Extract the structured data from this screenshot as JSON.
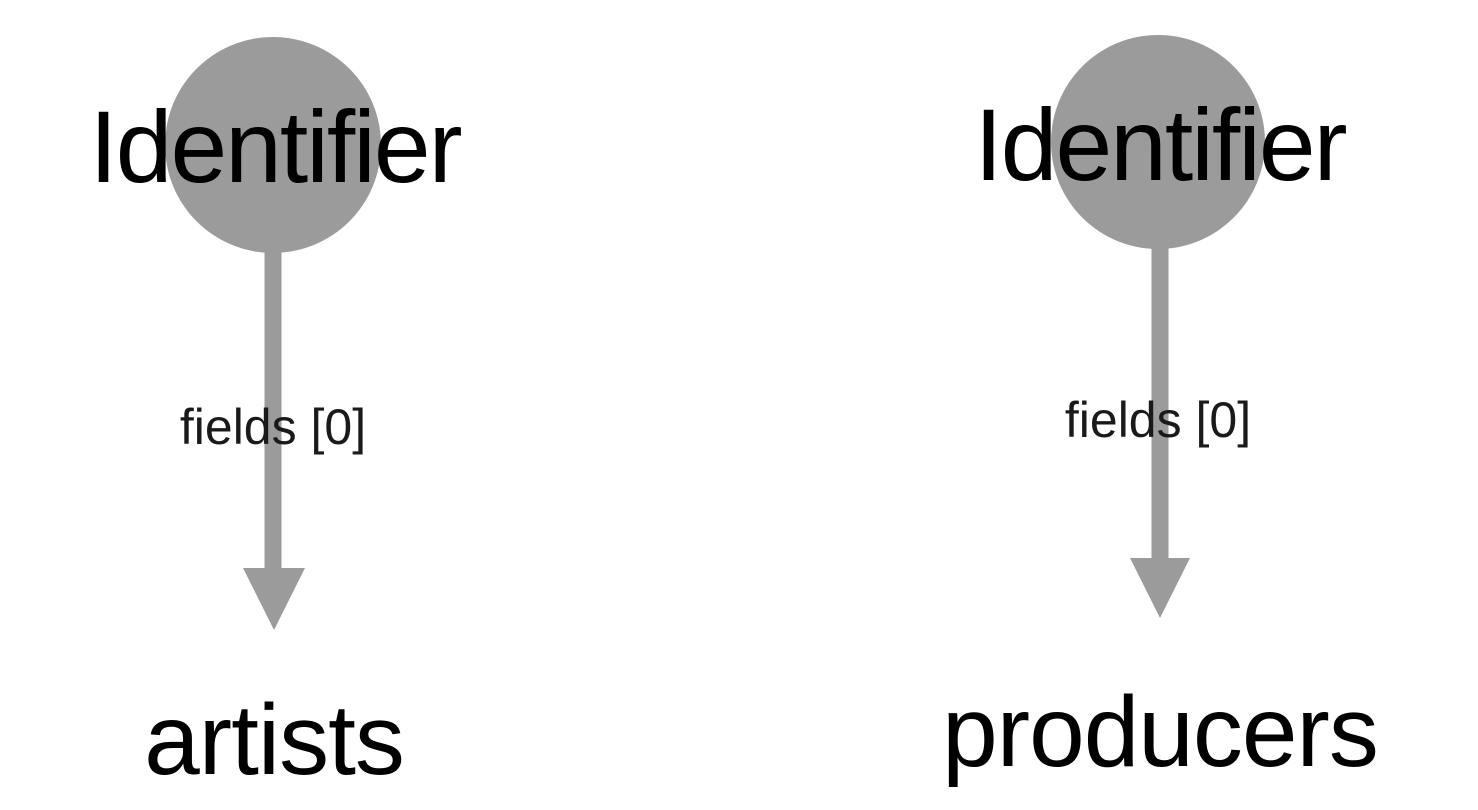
{
  "colors": {
    "node_fill": "#9b9b9b",
    "edge_stroke": "#9b9b9b",
    "text": "#000000",
    "background": "#ffffff"
  },
  "graphs": [
    {
      "source": "Identifier",
      "edge": "fields [0]",
      "target": "artists"
    },
    {
      "source": "Identifier",
      "edge": "fields [0]",
      "target": "producers"
    }
  ]
}
